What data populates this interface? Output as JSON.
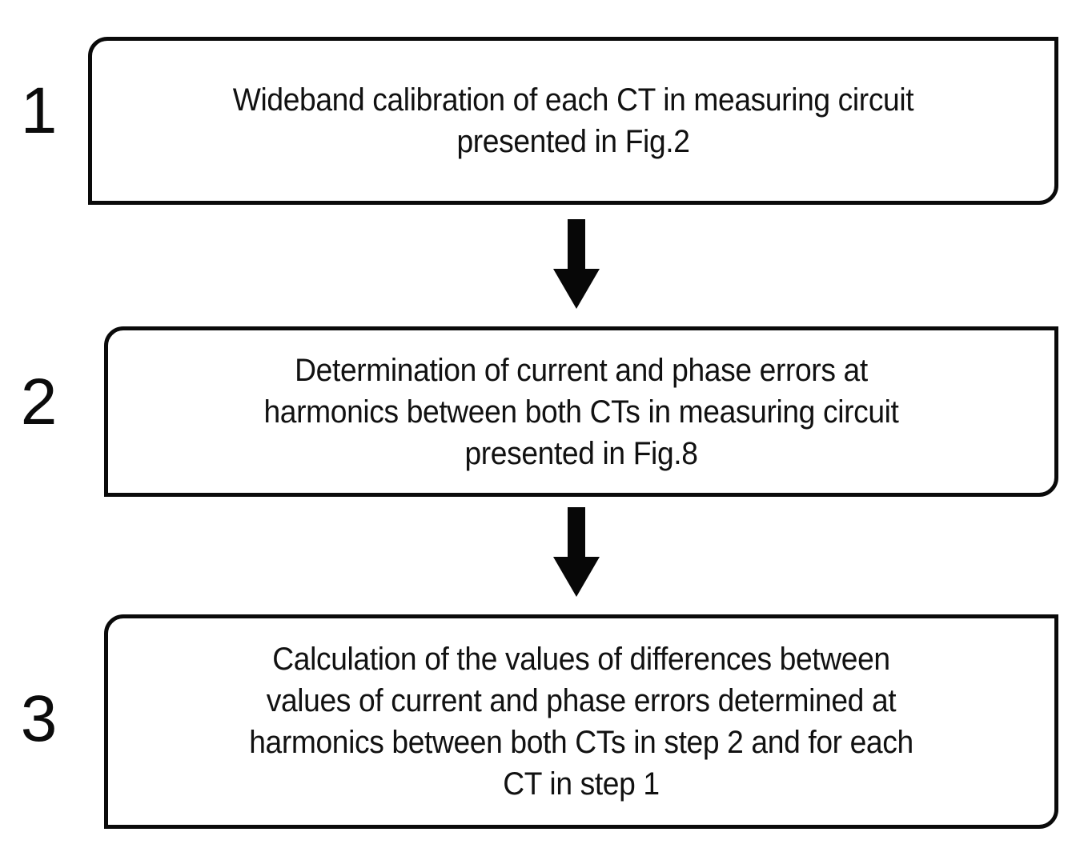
{
  "diagram": {
    "title": "Three-step current transformer calibration procedure flowchart",
    "orientation": "vertical top-to-bottom",
    "stroke_color": "#0a0a0a",
    "fill_color": "#ffffff",
    "steps": [
      {
        "number": "1",
        "text": "Wideband calibration of each CT in measuring circuit\npresented in Fig.2",
        "lines": [
          "Wideband calibration of each CT in measuring circuit",
          "presented in Fig.2"
        ]
      },
      {
        "number": "2",
        "text": "Determination of current and phase errors at\nharmonics between both CTs in measuring circuit\npresented in Fig.8",
        "lines": [
          "Determination of current and phase errors at",
          "harmonics between both CTs in measuring circuit",
          "presented in Fig.8"
        ]
      },
      {
        "number": "3",
        "text": "Calculation of the values of differences between\nvalues of current and phase errors determined at\nharmonics  between both CTs in step 2 and for each\nCT in step 1",
        "lines": [
          "Calculation of the values of differences between",
          "values of current and phase errors determined at",
          "harmonics  between both CTs in step 2 and for each",
          "CT in step 1"
        ]
      }
    ],
    "connectors": [
      {
        "icon": "arrow-down-icon",
        "from": "1",
        "to": "2"
      },
      {
        "icon": "arrow-down-icon",
        "from": "2",
        "to": "3"
      }
    ]
  }
}
